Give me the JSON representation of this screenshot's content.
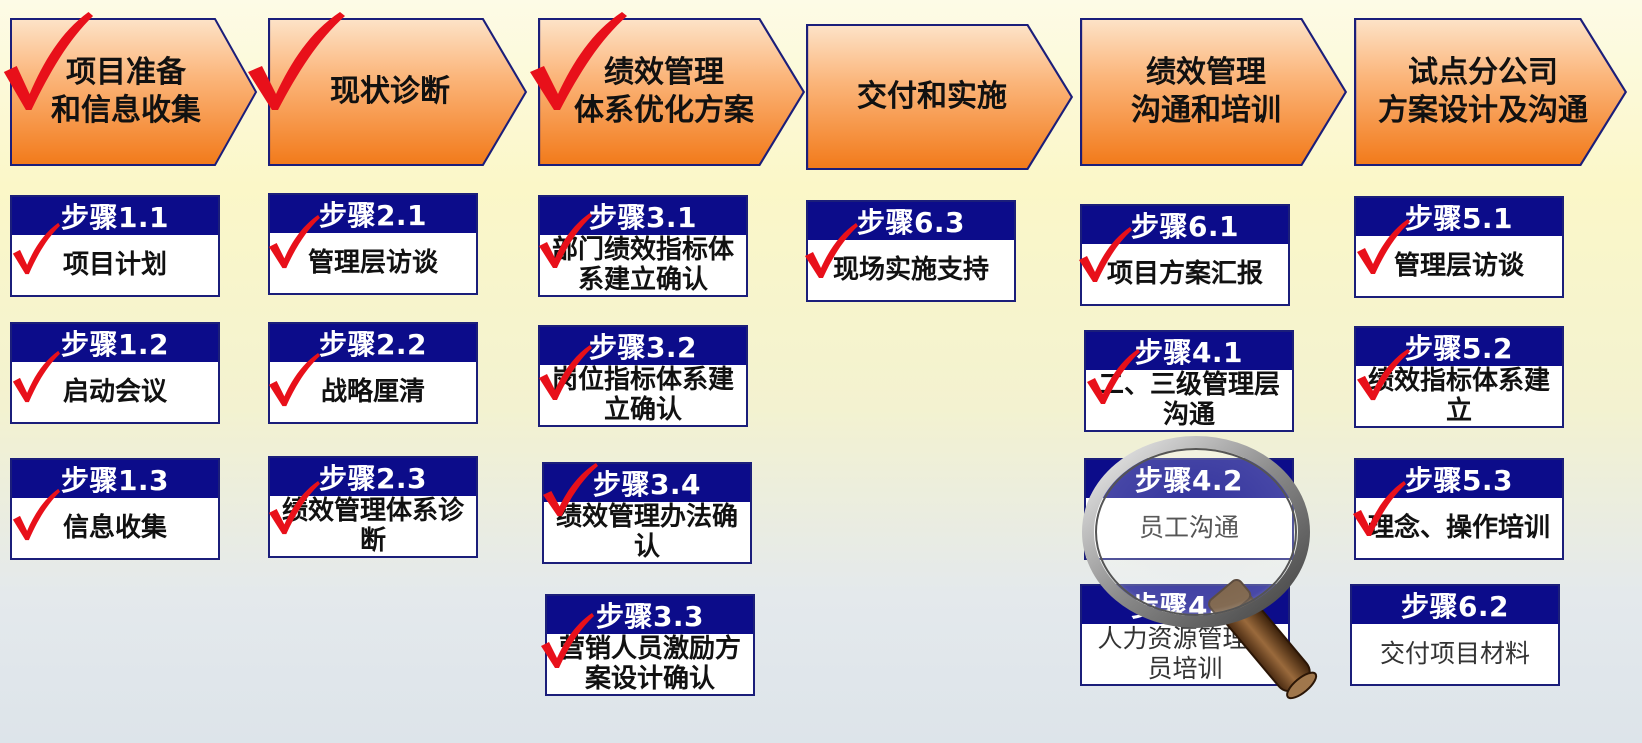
{
  "colors": {
    "phase_fill_top": "#fde3c8",
    "phase_fill_bottom": "#f27a1a",
    "phase_border": "#1b1e7a",
    "step_header": "#0c0c8a",
    "check": "#e8101a"
  },
  "phases": [
    {
      "title": "项目准备\n和信息收集",
      "checked": true
    },
    {
      "title": "现状诊断",
      "checked": true
    },
    {
      "title": "绩效管理\n体系优化方案",
      "checked": true
    },
    {
      "title": "交付和实施",
      "checked": false
    },
    {
      "title": "绩效管理\n沟通和培训",
      "checked": false
    },
    {
      "title": "试点分公司\n方案设计及沟通",
      "checked": false
    }
  ],
  "columns": [
    [
      {
        "step": "步骤1.1",
        "label": "项目计划",
        "checked": true
      },
      {
        "step": "步骤1.2",
        "label": "启动会议",
        "checked": true
      },
      {
        "step": "步骤1.3",
        "label": "信息收集",
        "checked": true
      }
    ],
    [
      {
        "step": "步骤2.1",
        "label": "管理层访谈",
        "checked": true
      },
      {
        "step": "步骤2.2",
        "label": "战略厘清",
        "checked": true
      },
      {
        "step": "步骤2.3",
        "label": "绩效管理体系诊断",
        "checked": true
      }
    ],
    [
      {
        "step": "步骤3.1",
        "label": "部门绩效指标体系建立确认",
        "checked": true
      },
      {
        "step": "步骤3.2",
        "label": "岗位指标体系建立确认",
        "checked": true
      },
      {
        "step": "步骤3.4",
        "label": "绩效管理办法确认",
        "checked": true
      },
      {
        "step": "步骤3.3",
        "label": "营销人员激励方案设计确认",
        "checked": true
      }
    ],
    [
      {
        "step": "步骤6.3",
        "label": "现场实施支持",
        "checked": true
      }
    ],
    [
      {
        "step": "步骤6.1",
        "label": "项目方案汇报",
        "checked": true
      },
      {
        "step": "步骤4.1",
        "label": "二、三级管理层沟通",
        "checked": true
      },
      {
        "step": "步骤4.2",
        "label": "员工沟通",
        "checked": false
      },
      {
        "step": "步骤4.3",
        "label": "人力资源管理人员培训",
        "checked": false
      }
    ],
    [
      {
        "step": "步骤5.1",
        "label": "管理层访谈",
        "checked": true
      },
      {
        "step": "步骤5.2",
        "label": "绩效指标体系建立",
        "checked": true
      },
      {
        "step": "步骤5.3",
        "label": "理念、操作培训",
        "checked": true
      },
      {
        "step": "步骤6.2",
        "label": "交付项目材料",
        "checked": false
      }
    ]
  ],
  "magnifier_icon": "magnifier-icon"
}
